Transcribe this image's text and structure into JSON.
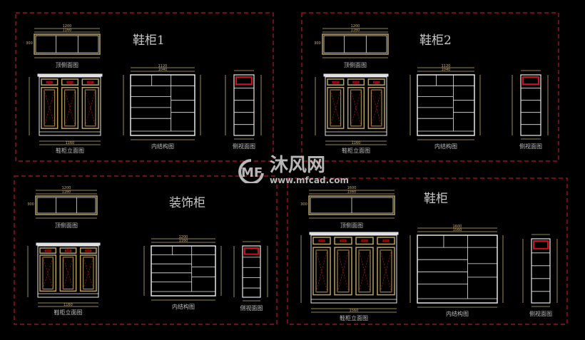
{
  "colors": {
    "background": "#000000",
    "frame": "#c0102a",
    "outline": "#e8e8e8",
    "panel": "#b8a060",
    "highlight": "#d01020",
    "dimension": "#c8b070"
  },
  "panels": [
    {
      "title": "鞋柜1",
      "top_label": "顶侧面图",
      "front_label": "鞋柜立面图",
      "inner_label": "内结构图",
      "side_label": "侧视面图",
      "top_width": "1200",
      "top_inner": "1160",
      "depth": "300",
      "doors": 3,
      "front_width": "1160",
      "inner_width": "1120",
      "inner_inner": "1040"
    },
    {
      "title": "鞋柜2",
      "top_label": "顶侧面图",
      "front_label": "鞋柜立面图",
      "inner_label": "内结构图",
      "side_label": "侧视面图",
      "top_width": "1200",
      "top_inner": "1160",
      "depth": "300",
      "doors": 3,
      "front_width": "1160",
      "inner_width": "1120",
      "inner_inner": "1040"
    },
    {
      "title": "装饰柜",
      "top_label": "顶侧面图",
      "front_label": "鞋柜立面图",
      "inner_label": "内结构图",
      "side_label": "侧视面图",
      "top_width": "1200",
      "top_inner": "1160",
      "depth": "300",
      "doors": 3,
      "front_width": "1160",
      "inner_width": "1200",
      "inner_inner": "1160"
    },
    {
      "title": "鞋柜",
      "top_label": "顶侧面图",
      "front_label": "鞋柜立面图",
      "inner_label": "内结构图",
      "side_label": "侧视面图",
      "top_width": "1600",
      "top_inner": "1560",
      "depth": "300",
      "doors": 4,
      "front_width": "1560",
      "inner_width": "1600",
      "inner_inner": "1560"
    }
  ],
  "watermark": {
    "name": "沐风网",
    "url": "www.mfcad.com"
  }
}
